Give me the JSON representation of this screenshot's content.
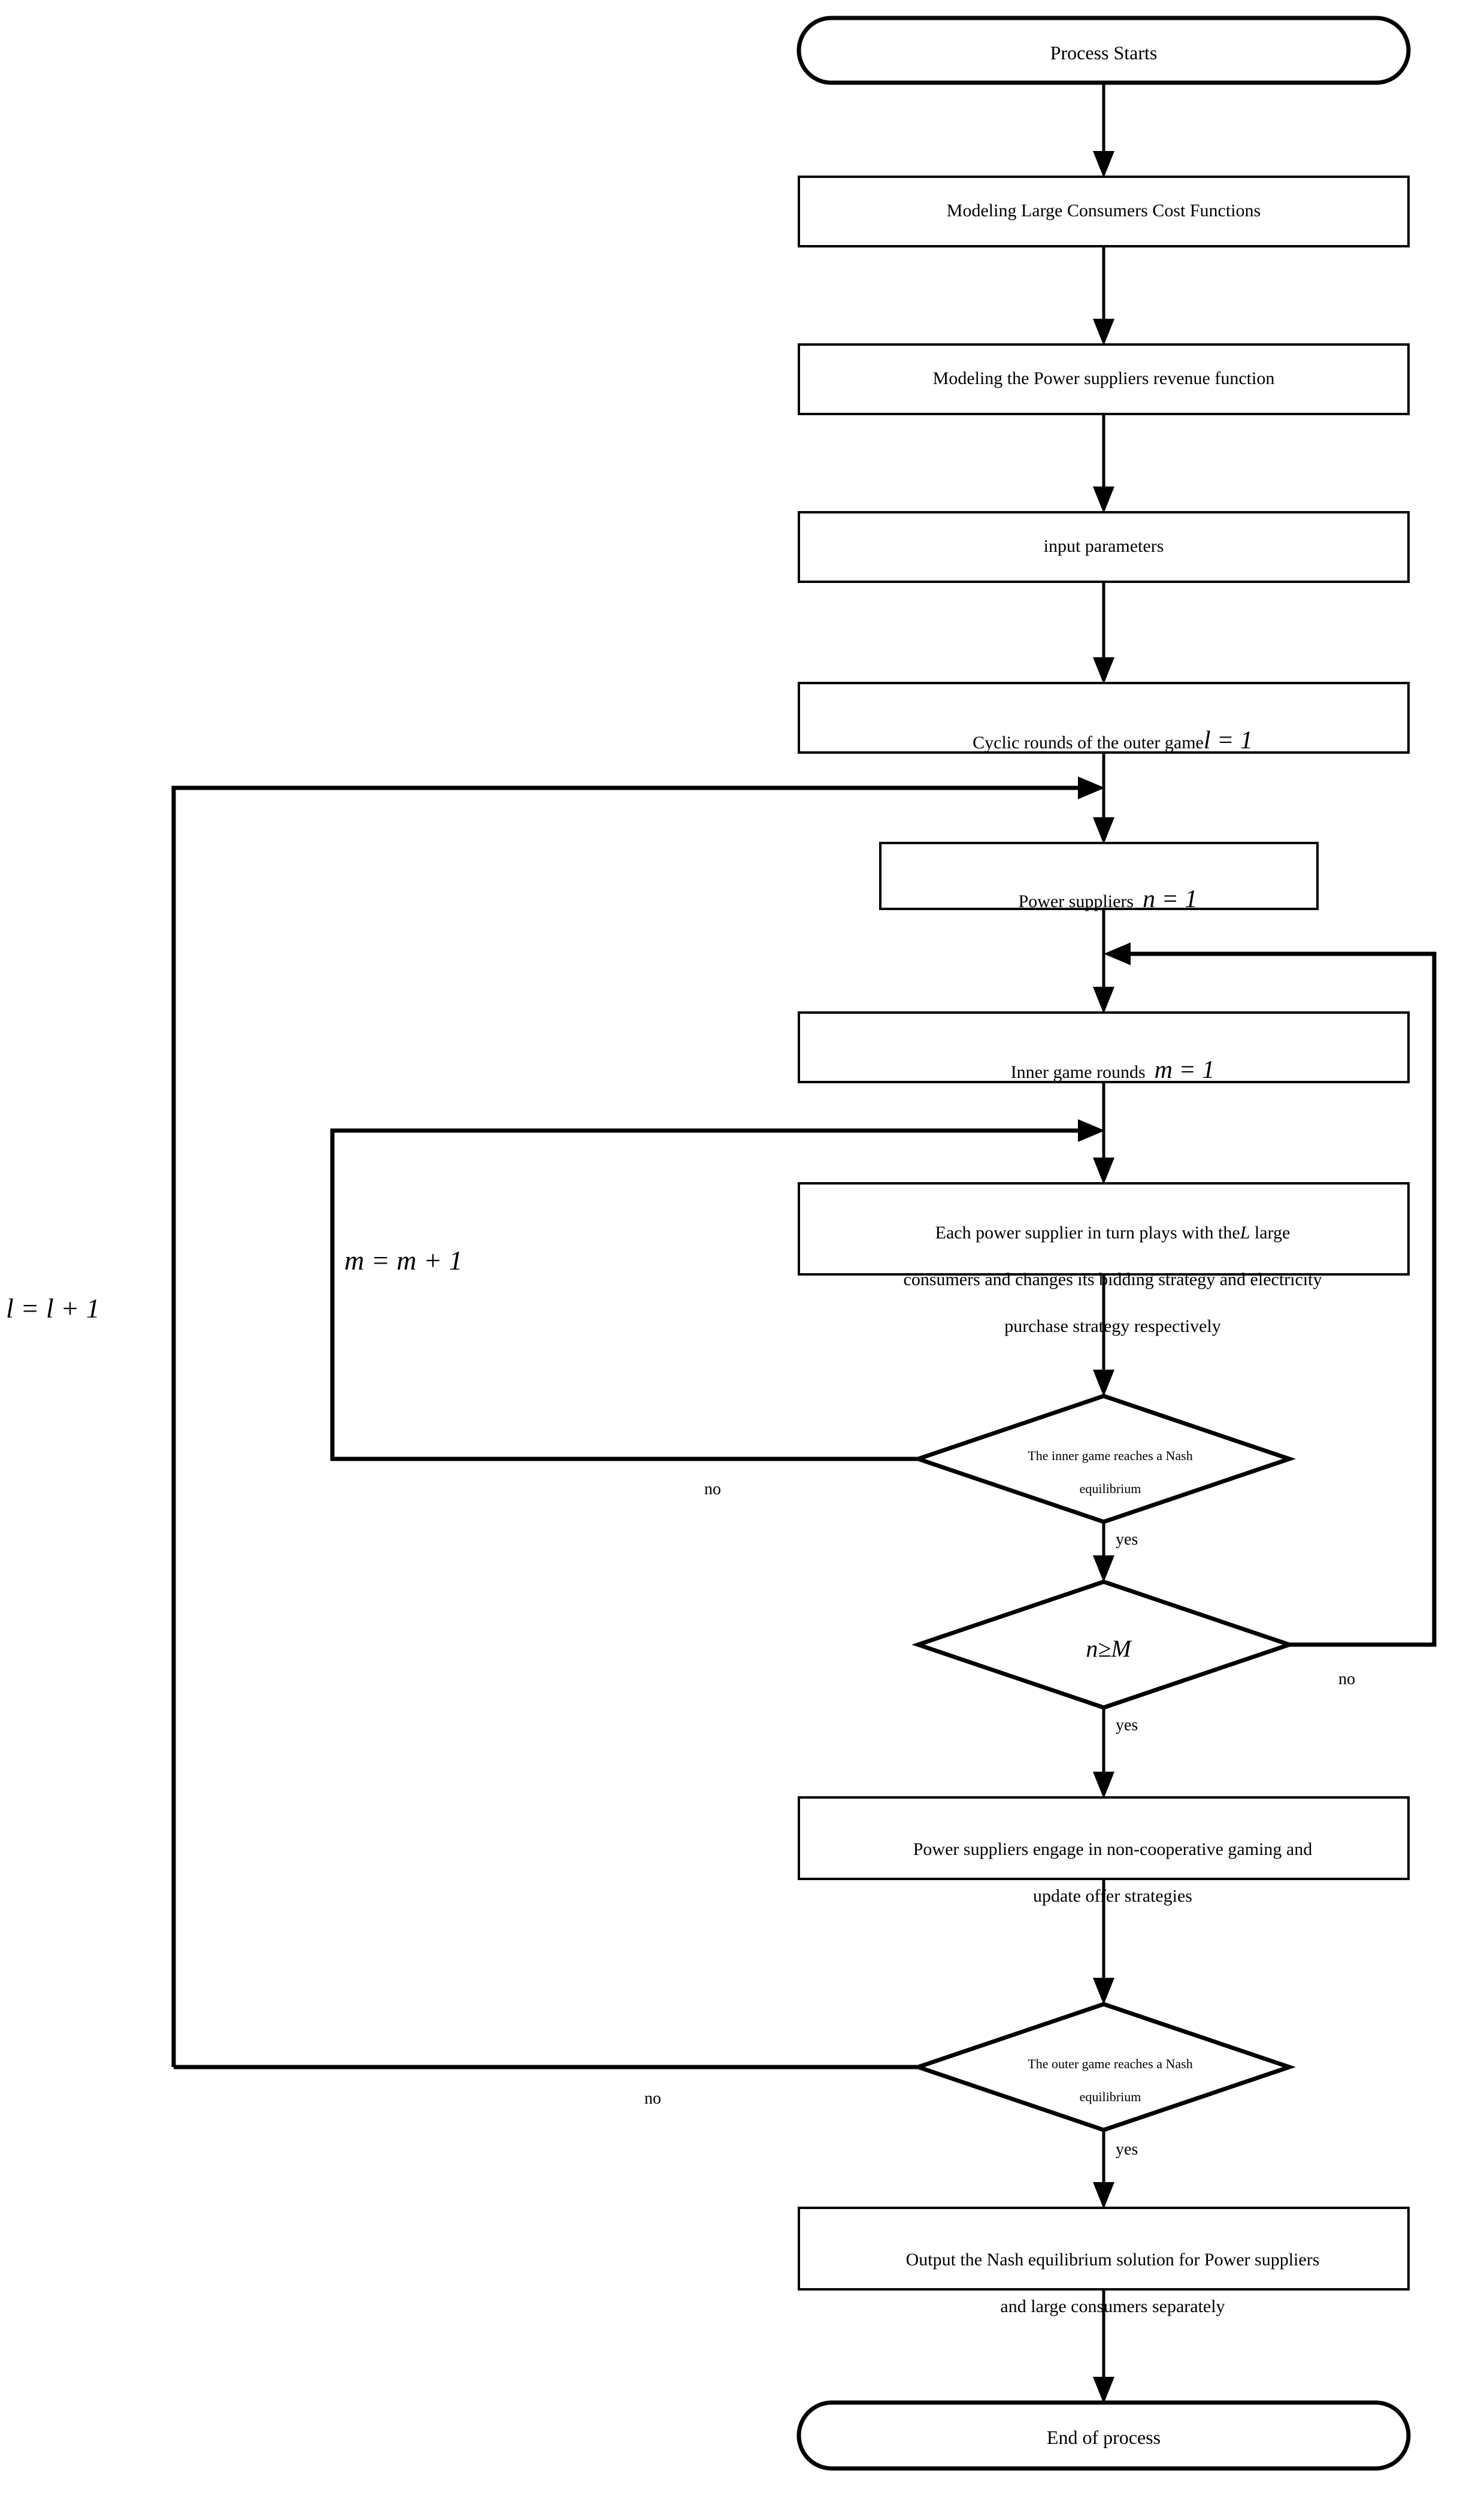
{
  "diagram": {
    "type": "flowchart",
    "title": "Two-level game-theoretic bidding process flowchart",
    "orientation": "top-to-bottom",
    "colors": {
      "stroke": "#000000",
      "fill": "#ffffff",
      "text": "#000000"
    }
  },
  "nodes": {
    "start": {
      "shape": "terminator",
      "label": "Process Starts"
    },
    "model_cost": {
      "shape": "process",
      "label": "Modeling Large Consumers Cost Functions"
    },
    "model_revenue": {
      "shape": "process",
      "label": "Modeling the Power suppliers revenue function"
    },
    "input_params": {
      "shape": "process",
      "label": "input parameters"
    },
    "outer_rounds": {
      "shape": "process",
      "label_text": "Cyclic rounds of the outer game",
      "label_math": "l = 1",
      "math_var": "l",
      "math_value": "1"
    },
    "power_suppliers": {
      "shape": "process",
      "label_text": "Power suppliers",
      "label_math": "n = 1",
      "math_var": "n",
      "math_value": "1"
    },
    "inner_rounds": {
      "shape": "process",
      "label_text": "Inner game rounds",
      "label_math": "m = 1",
      "math_var": "m",
      "math_value": "1"
    },
    "play_game": {
      "shape": "process",
      "line1_a": "Each power supplier in turn plays with the",
      "line1_math": "L",
      "line1_b": " large",
      "line2": "consumers and changes its bidding strategy and electricity",
      "line3": "purchase strategy respectively"
    },
    "inner_nash": {
      "shape": "decision",
      "line1": "The inner game reaches a Nash",
      "line2": "equilibrium"
    },
    "n_ge_m": {
      "shape": "decision",
      "label_math": "n≥M",
      "left": "n",
      "op": "≥",
      "right": "M"
    },
    "non_coop": {
      "shape": "process",
      "line1": "Power suppliers engage in non-cooperative gaming and",
      "line2": "update offer strategies"
    },
    "outer_nash": {
      "shape": "decision",
      "line1": "The outer game reaches a Nash",
      "line2": "equilibrium"
    },
    "output": {
      "shape": "process",
      "line1": "Output the Nash equilibrium solution for Power suppliers",
      "line2": "and large consumers separately"
    },
    "end": {
      "shape": "terminator",
      "label": "End of process"
    }
  },
  "edge_labels": {
    "inner_nash_no": "no",
    "inner_nash_yes": "yes",
    "n_ge_m_no": "no",
    "n_ge_m_yes": "yes",
    "outer_nash_no": "no",
    "outer_nash_yes": "yes"
  },
  "loop_labels": {
    "outer_increment": "l = l + 1",
    "outer_increment_var": "l",
    "inner_increment": "m = m + 1",
    "inner_increment_var": "m"
  }
}
